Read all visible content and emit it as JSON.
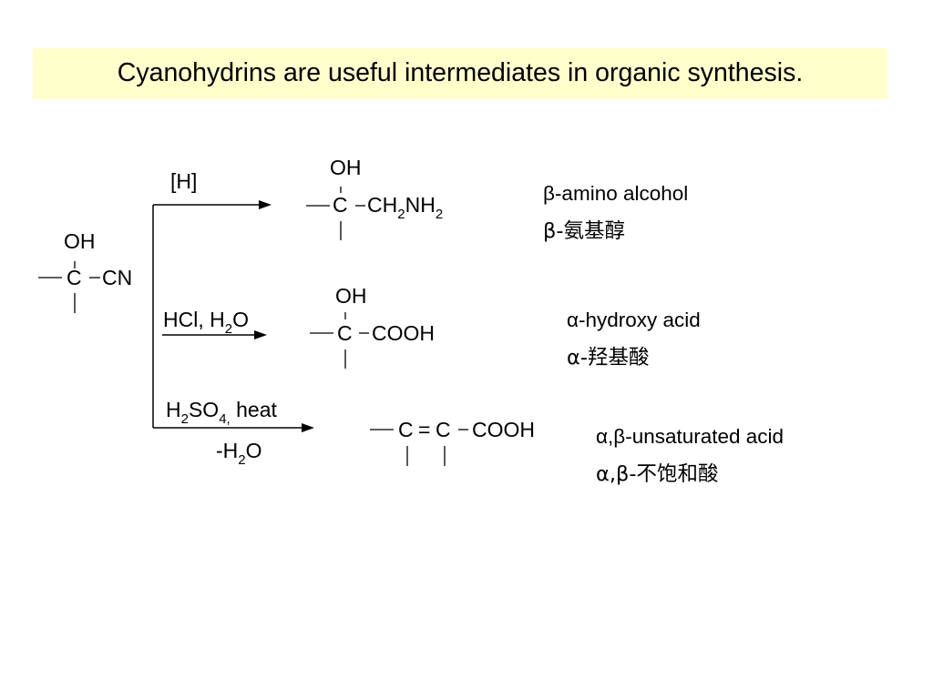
{
  "title": "Cyanohydrins are useful intermediates in organic synthesis.",
  "start": {
    "oh": "OH",
    "c": "C",
    "cn": "CN"
  },
  "reactions": [
    {
      "reagent": "[H]",
      "product": {
        "oh": "OH",
        "c": "C",
        "ch": "CH",
        "ch_sub": "2",
        "nh": "NH",
        "nh_sub": "2"
      },
      "name_en": "β-amino alcohol",
      "name_zh": "β-氨基醇"
    },
    {
      "reagent": {
        "a": "HCl, H",
        "sub": "2",
        "b": "O"
      },
      "product": {
        "oh": "OH",
        "c": "C",
        "cooh": "COOH"
      },
      "name_en": "α-hydroxy acid",
      "name_zh": "α-羟基酸"
    },
    {
      "reagent_top": {
        "h": "H",
        "sub1": "2",
        "so": "SO",
        "sub2": "4,",
        "heat": " heat"
      },
      "reagent_bottom": {
        "a": "-H",
        "sub": "2",
        "b": "O"
      },
      "product": {
        "c1": "C",
        "eq": "=",
        "c2": "C",
        "cooh": "COOH"
      },
      "name_en": "α,β-unsaturated  acid",
      "name_zh": "α,β-不饱和酸"
    }
  ]
}
